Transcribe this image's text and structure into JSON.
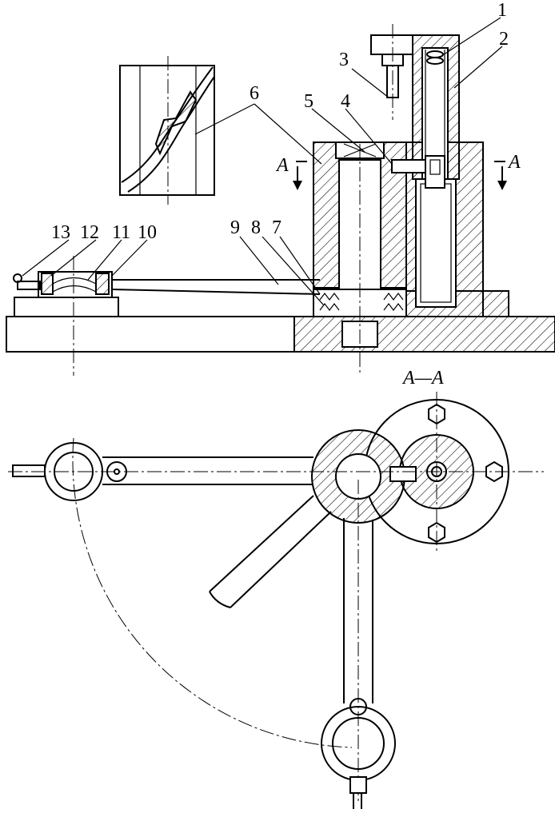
{
  "labels": {
    "p1": "1",
    "p2": "2",
    "p3": "3",
    "p4": "4",
    "p5": "5",
    "p6": "6",
    "p7": "7",
    "p8": "8",
    "p9": "9",
    "p10": "10",
    "p11": "11",
    "p12": "12",
    "p13": "13"
  },
  "section": {
    "marker_left": "A",
    "marker_right": "A",
    "view_title": "A—A"
  }
}
